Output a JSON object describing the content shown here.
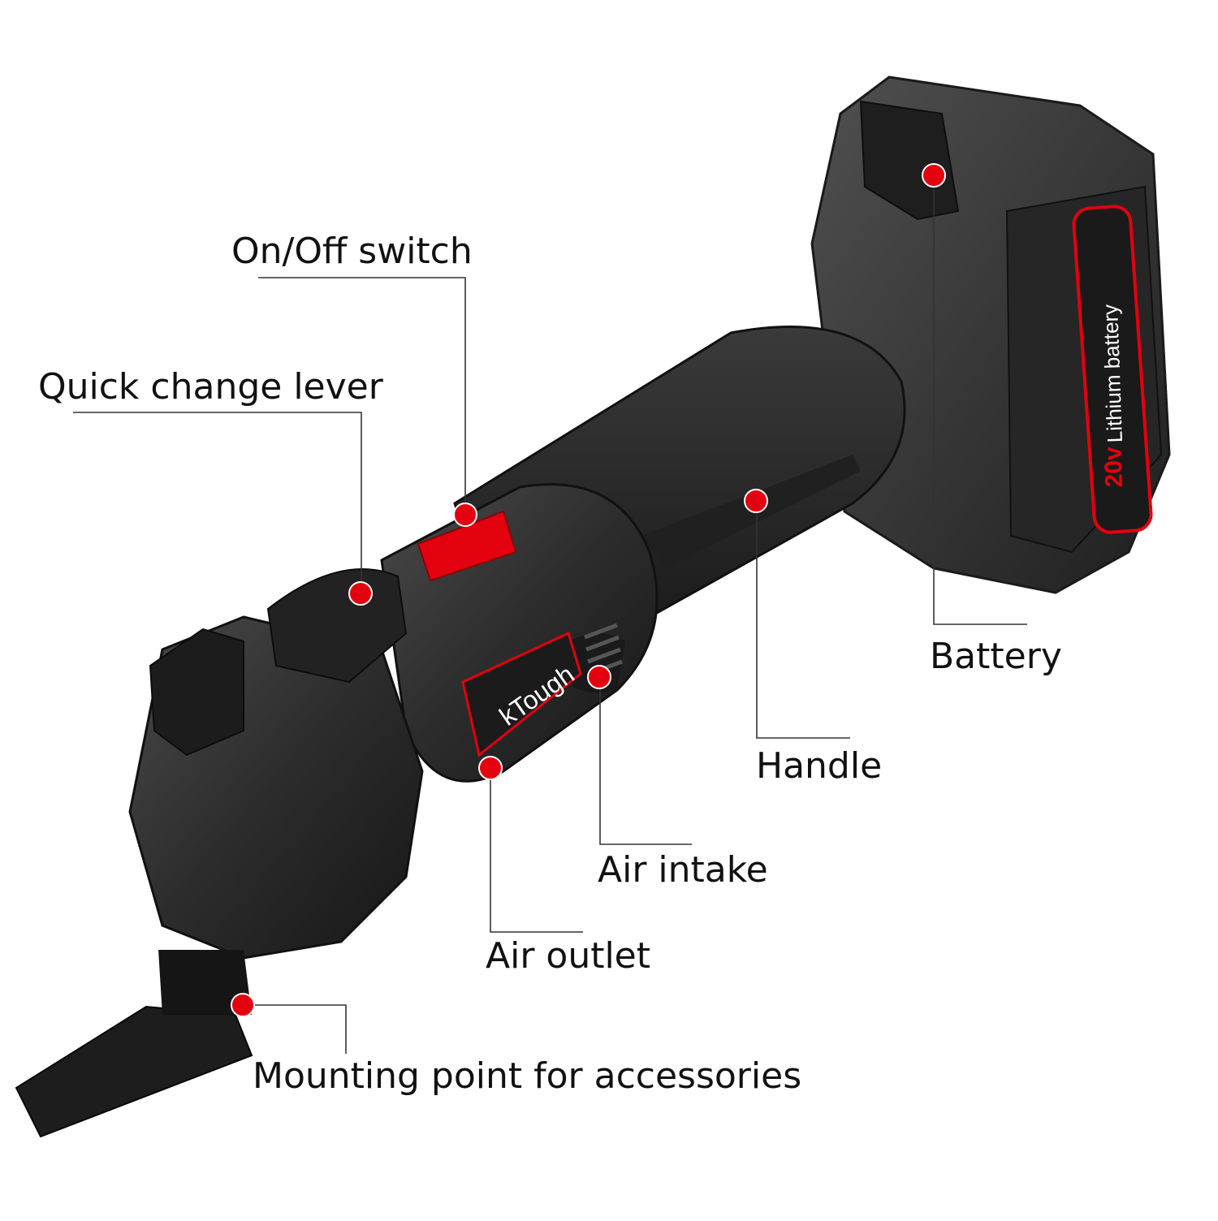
{
  "labels": {
    "on_off_switch": "On/Off switch",
    "quick_change_lever": "Quick change lever",
    "battery": "Battery",
    "handle": "Handle",
    "air_intake": "Air intake",
    "air_outlet": "Air outlet",
    "mounting_point": "Mounting point for accessories"
  },
  "battery_badge": {
    "voltage": "20v",
    "text": "Lithium battery"
  },
  "brand_text": "kTough",
  "colors": {
    "accent": "#e3000f",
    "tool_body": "#2e2e2e",
    "tool_dark": "#1b1b1b",
    "leader_line": "#333333"
  }
}
